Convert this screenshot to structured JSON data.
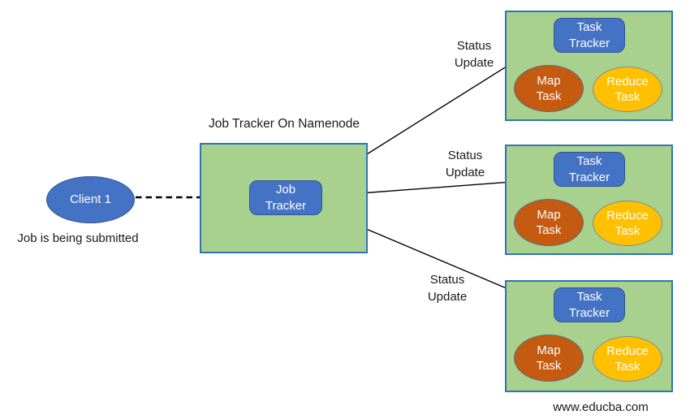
{
  "diagram": {
    "client": {
      "label": "Client 1",
      "caption": "Job is being submitted"
    },
    "namenode": {
      "title": "Job Tracker On Namenode",
      "node_label": "Job Tracker"
    },
    "status_labels": [
      "Status Update",
      "Status Update",
      "Status Update"
    ],
    "trackers": [
      {
        "task_label": "Task Tracker",
        "map_label": "Map Task",
        "reduce_label": "Reduce Task"
      },
      {
        "task_label": "Task Tracker",
        "map_label": "Map Task",
        "reduce_label": "Reduce Task"
      },
      {
        "task_label": "Task Tracker",
        "map_label": "Map Task",
        "reduce_label": "Reduce Task"
      }
    ],
    "footer": "www.educba.com",
    "colors": {
      "container_fill": "#A9D18E",
      "container_border": "#2E75B6",
      "node_fill": "#4472C4",
      "node_border": "#2F5597",
      "map_task_fill": "#C55A11",
      "reduce_task_fill": "#FFC000",
      "arrow": "#000000",
      "label_text": "#1a1a1a"
    }
  }
}
